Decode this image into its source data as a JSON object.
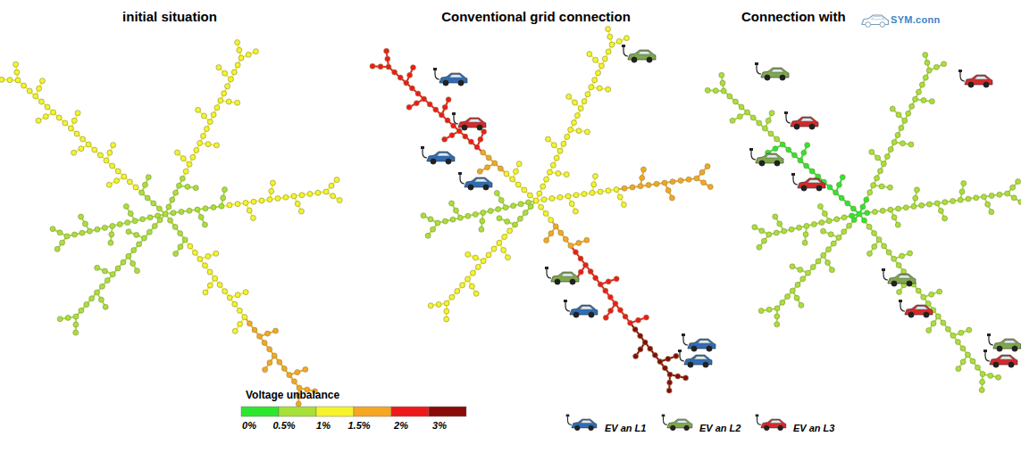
{
  "diagram": {
    "labels": [
      "initial situation",
      "Conventional grid connection",
      "Connection with",
      "SYM.conn",
      "Voltage unbalance",
      "0%",
      "0.5%",
      "1%",
      "1.5%",
      "2%",
      "3%"
    ],
    "legend": [
      {
        "text": "EV an L1"
      },
      {
        "text": "EV an L2"
      },
      {
        "text": "EV an L3"
      }
    ]
  }
}
